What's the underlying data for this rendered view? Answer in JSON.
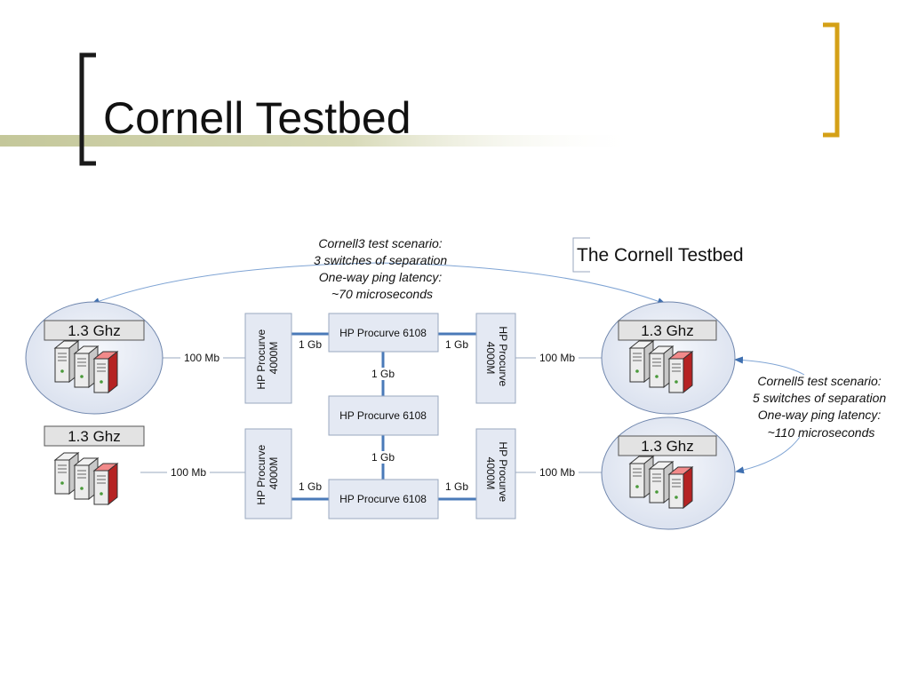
{
  "slide": {
    "title": "Cornell Testbed",
    "caption": "The Cornell Testbed"
  },
  "cpu_label": "1.3 Ghz",
  "switches": {
    "procurve_6108": "HP Procurve 6108",
    "procurve_4000m_line1": "HP Procurve",
    "procurve_4000m_line2": "4000M"
  },
  "links": {
    "fast_ethernet": "100 Mb",
    "gigabit": "1 Gb"
  },
  "scenarios": {
    "cornell3": [
      "Cornell3 test scenario:",
      "3 switches of separation",
      "One-way ping latency:",
      "~70 microseconds"
    ],
    "cornell5": [
      "Cornell5 test scenario:",
      "5 switches of separation",
      "One-way ping latency:",
      "~110 microseconds"
    ]
  },
  "colors": {
    "bracket_dark": "#1a1a1a",
    "bracket_gold": "#d4a017",
    "title_bar": "#c9cba0",
    "link_blue": "#4a7ab8",
    "switch_fill": "#e4e9f3",
    "cluster_fill": "#e8ecf5",
    "server_red": "#d63a3a"
  }
}
